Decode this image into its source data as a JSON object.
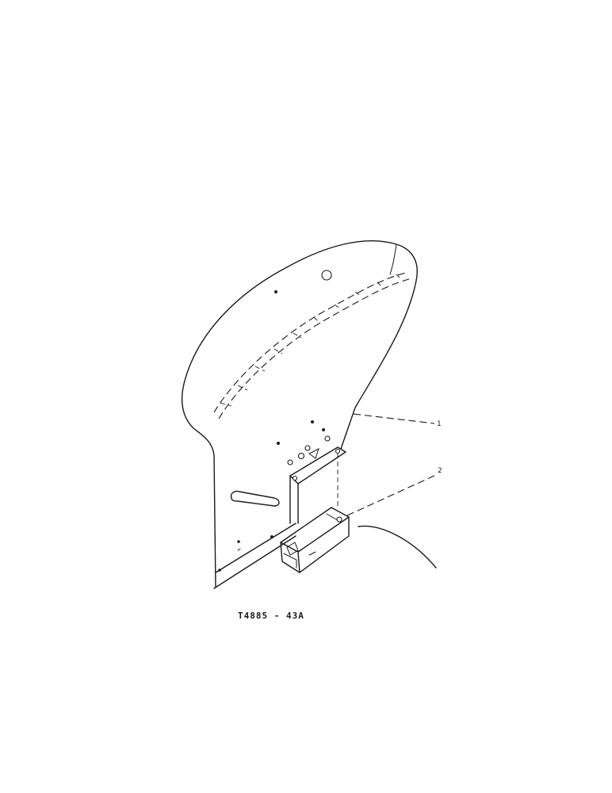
{
  "figure": {
    "id_label": "T4885 - 43A",
    "callouts": [
      {
        "number": "1"
      },
      {
        "number": "2"
      }
    ]
  }
}
